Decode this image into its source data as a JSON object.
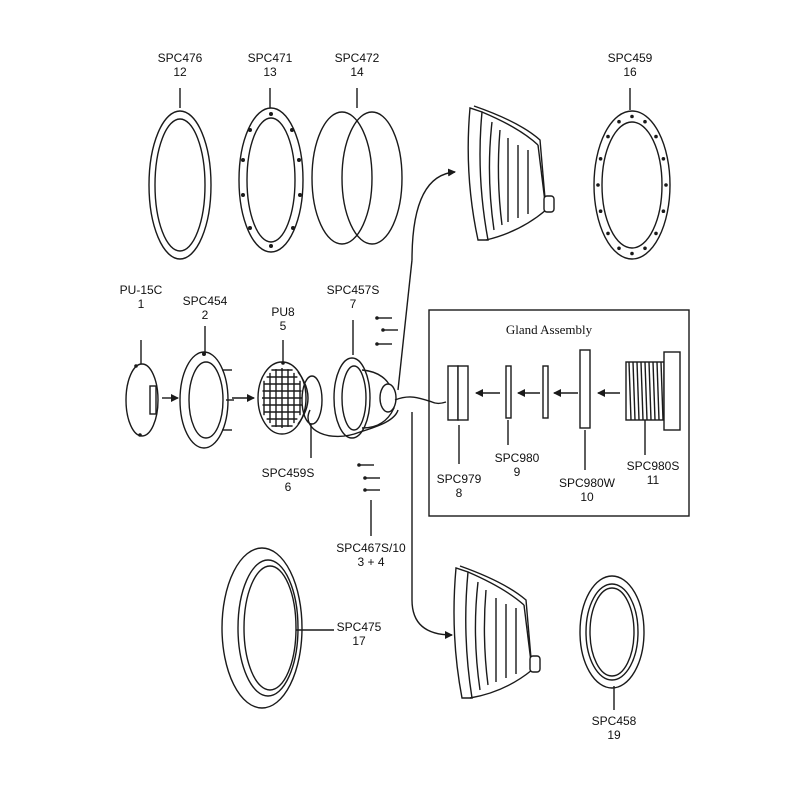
{
  "gland_assembly": {
    "title": "Gland Assembly"
  },
  "parts": [
    {
      "id": "p12",
      "code": "SPC476",
      "num": "12"
    },
    {
      "id": "p13",
      "code": "SPC471",
      "num": "13"
    },
    {
      "id": "p14",
      "code": "SPC472",
      "num": "14"
    },
    {
      "id": "p16",
      "code": "SPC459",
      "num": "16"
    },
    {
      "id": "p1",
      "code": "PU-15C",
      "num": "1"
    },
    {
      "id": "p2",
      "code": "SPC454",
      "num": "2"
    },
    {
      "id": "p5",
      "code": "PU8",
      "num": "5"
    },
    {
      "id": "p7",
      "code": "SPC457S",
      "num": "7"
    },
    {
      "id": "p6",
      "code": "SPC459S",
      "num": "6"
    },
    {
      "id": "p34",
      "code": "SPC467S/10",
      "num": "3 + 4"
    },
    {
      "id": "p8",
      "code": "SPC979",
      "num": "8"
    },
    {
      "id": "p9",
      "code": "SPC980",
      "num": "9"
    },
    {
      "id": "p10",
      "code": "SPC980W",
      "num": "10"
    },
    {
      "id": "p11",
      "code": "SPC980S",
      "num": "11"
    },
    {
      "id": "p17",
      "code": "SPC475",
      "num": "17"
    },
    {
      "id": "p19",
      "code": "SPC458",
      "num": "19"
    }
  ]
}
